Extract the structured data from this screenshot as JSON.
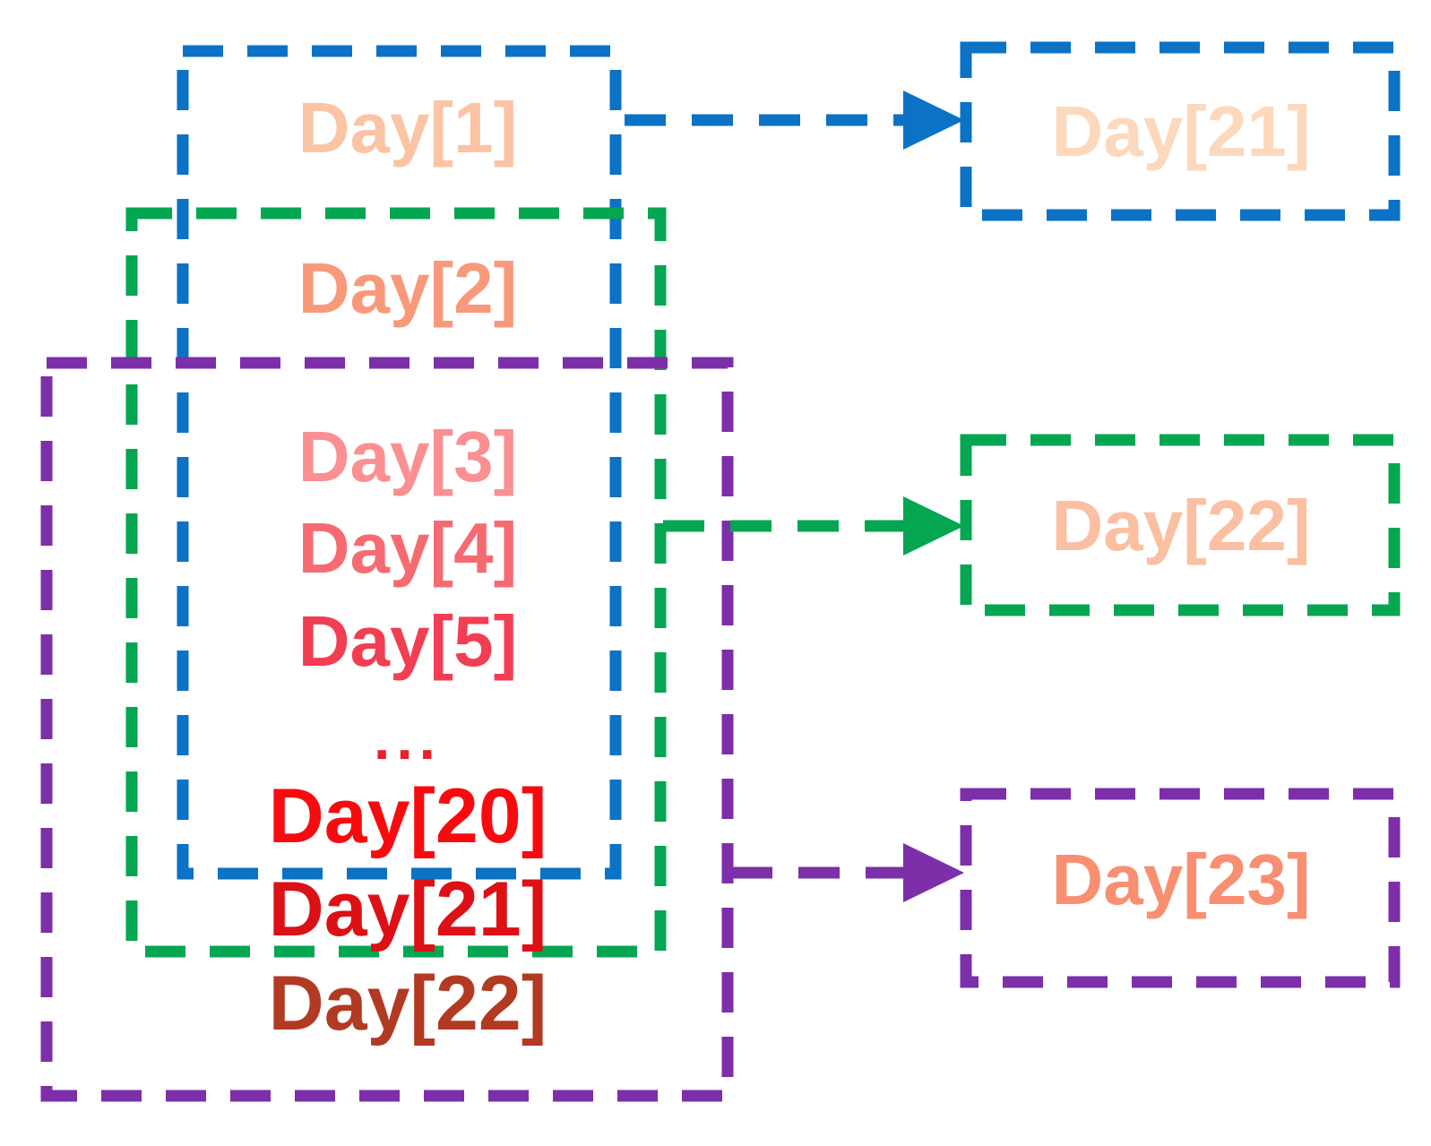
{
  "diagram": {
    "description": "Sliding-window diagram: overlapping 20-day input windows predicting the next day",
    "colors": {
      "window1": "#0B72C6",
      "window2": "#04A651",
      "window3": "#7C2FA8"
    },
    "input_days": [
      {
        "label": "Day[1]",
        "color": "#FBC4A4"
      },
      {
        "label": "Day[2]",
        "color": "#F9997B"
      },
      {
        "label": "Day[3]",
        "color": "#FB8F92"
      },
      {
        "label": "Day[4]",
        "color": "#F66B72"
      },
      {
        "label": "Day[5]",
        "color": "#F23E53"
      },
      {
        "label": "...",
        "color": "#E8212D"
      },
      {
        "label": "Day[20]",
        "color": "#F80B0E"
      },
      {
        "label": "Day[21]",
        "color": "#DC1015"
      },
      {
        "label": "Day[22]",
        "color": "#B23A22"
      }
    ],
    "output_days": [
      {
        "label": "Day[21]",
        "color": "#FCD9BD"
      },
      {
        "label": "Day[22]",
        "color": "#FBBFA1"
      },
      {
        "label": "Day[23]",
        "color": "#F98F70"
      }
    ]
  }
}
